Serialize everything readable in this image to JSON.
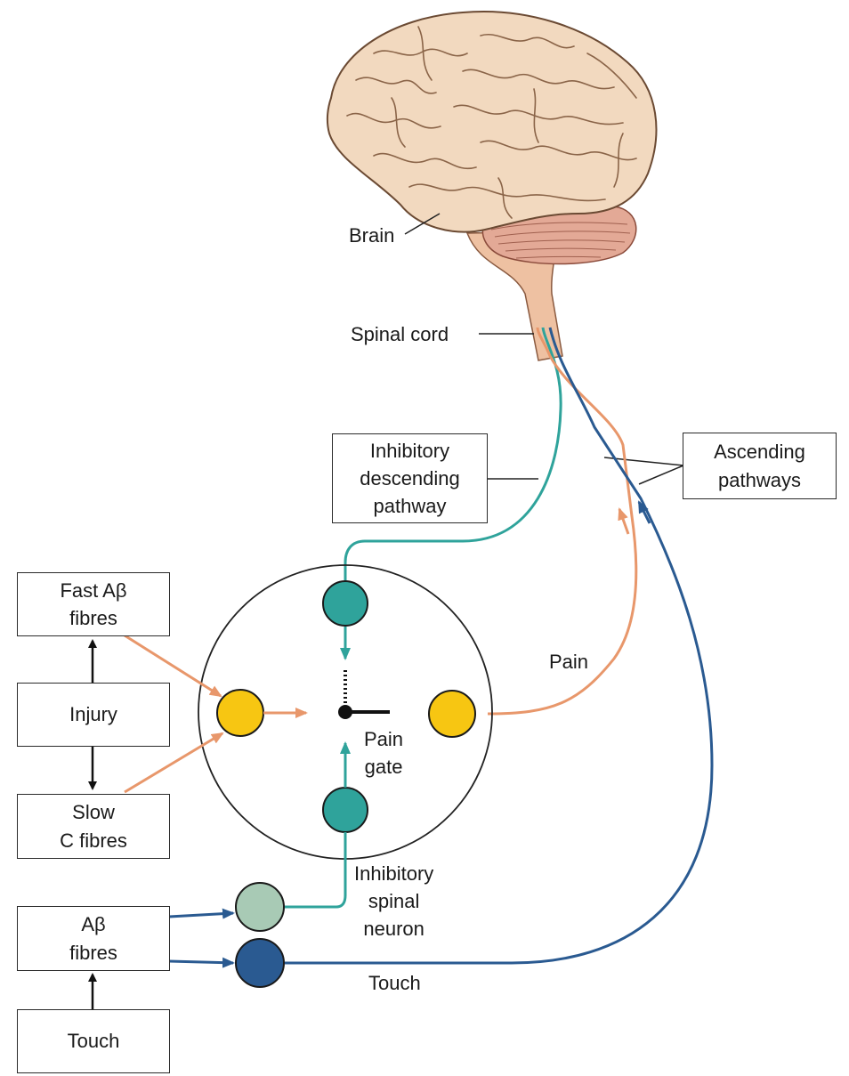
{
  "labels": {
    "brain": "Brain",
    "spinal_cord": "Spinal cord",
    "pain": "Pain",
    "pain_gate_line1": "Pain",
    "pain_gate_line2": "gate",
    "inhibitory_spinal_neuron_line1": "Inhibitory",
    "inhibitory_spinal_neuron_line2": "spinal",
    "inhibitory_spinal_neuron_line3": "neuron",
    "touch_path": "Touch"
  },
  "boxes": {
    "inhibitory_descending_line1": "Inhibitory",
    "inhibitory_descending_line2": "descending",
    "inhibitory_descending_line3": "pathway",
    "ascending_line1": "Ascending",
    "ascending_line2": "pathways",
    "fast_ab_line1": "Fast Aβ",
    "fast_ab_line2": "fibres",
    "injury": "Injury",
    "slow_c_line1": "Slow",
    "slow_c_line2": "C fibres",
    "ab_line1": "Aβ",
    "ab_line2": "fibres",
    "touch": "Touch"
  },
  "colors": {
    "inhibitory_teal": "#2fa39b",
    "pain_orange": "#e8976b",
    "touch_blue": "#2a5a91",
    "pain_neuron_yellow": "#f7c612",
    "inhibitory_neuron_light": "#a8cab5",
    "brain_fill": "#f2d9bf",
    "cerebellum_fill": "#e3a996",
    "spinal_cord_fill": "#eec1a2"
  }
}
